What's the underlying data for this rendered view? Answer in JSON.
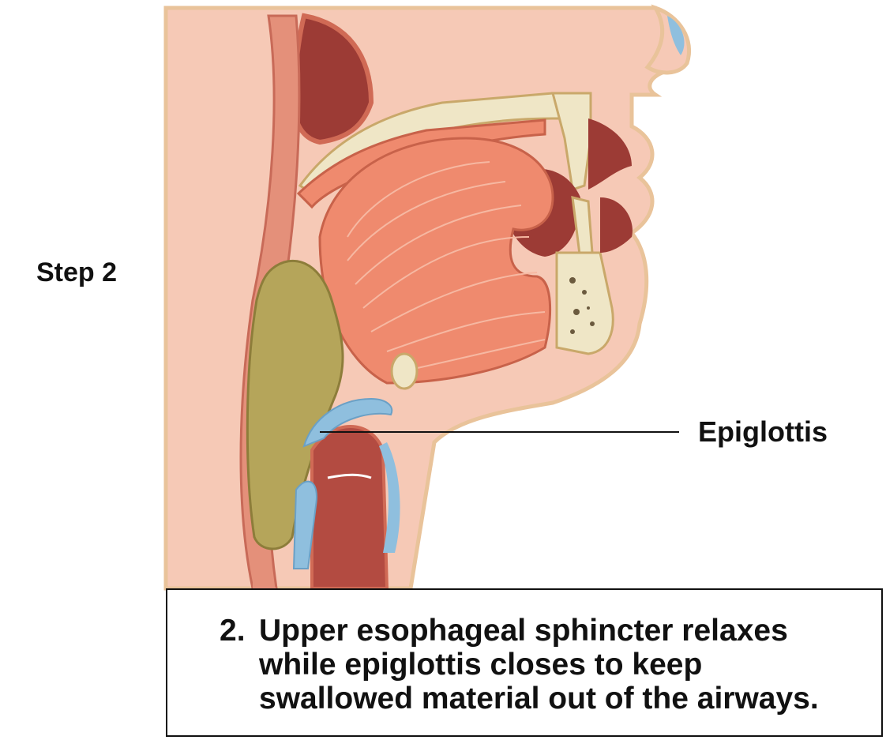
{
  "step": "Step 2",
  "callout": "Epiglottis",
  "caption": {
    "number": "2.",
    "lines": [
      "Upper esophageal sphincter relaxes",
      "while epiglottis closes to keep",
      "swallowed material out of the airways."
    ]
  },
  "colors": {
    "skin": "#f6c9b6",
    "muscle": "#ef8a6e",
    "cavity": "#9c3b35",
    "bone": "#efe6c6",
    "cartilage": "#8fbfde",
    "bolus": "#b5a55a",
    "outline": "#e9c39a"
  }
}
